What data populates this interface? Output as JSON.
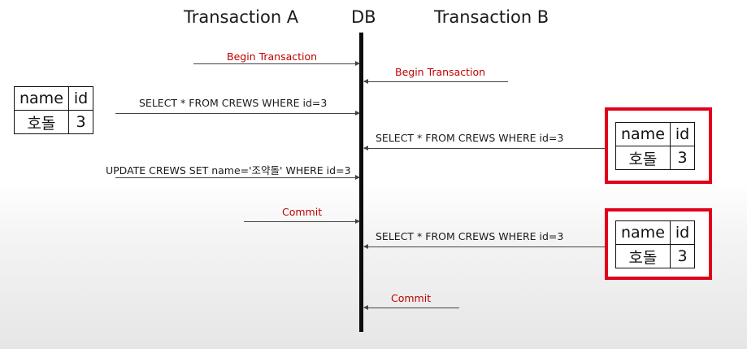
{
  "headers": {
    "a": "Transaction A",
    "db": "DB",
    "b": "Transaction B"
  },
  "messages": [
    {
      "id": "a-begin",
      "text": "Begin Transaction",
      "color": "#c00000"
    },
    {
      "id": "b-begin",
      "text": "Begin Transaction",
      "color": "#c00000"
    },
    {
      "id": "a-select",
      "text": "SELECT * FROM CREWS WHERE id=3",
      "color": "#1a1a1a"
    },
    {
      "id": "b-select-1",
      "text": "SELECT * FROM CREWS WHERE id=3",
      "color": "#1a1a1a"
    },
    {
      "id": "a-update",
      "text": "UPDATE CREWS SET name='조약돌' WHERE id=3",
      "color": "#1a1a1a"
    },
    {
      "id": "a-commit",
      "text": "Commit",
      "color": "#c00000"
    },
    {
      "id": "b-select-2",
      "text": "SELECT * FROM CREWS WHERE id=3",
      "color": "#1a1a1a"
    },
    {
      "id": "b-commit",
      "text": "Commit",
      "color": "#c00000"
    }
  ],
  "result_tables": [
    {
      "id": "a-result",
      "headers": [
        "name",
        "id"
      ],
      "row": [
        "호돌",
        "3"
      ],
      "highlighted": false
    },
    {
      "id": "b-result-1",
      "headers": [
        "name",
        "id"
      ],
      "row": [
        "호돌",
        "3"
      ],
      "highlighted": true
    },
    {
      "id": "b-result-2",
      "headers": [
        "name",
        "id"
      ],
      "row": [
        "호돌",
        "3"
      ],
      "highlighted": true
    }
  ],
  "highlight_color": "#e0001b"
}
